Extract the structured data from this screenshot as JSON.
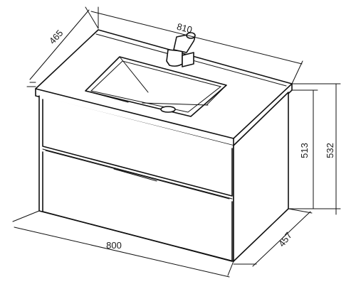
{
  "dimensions": {
    "top_width": "810",
    "top_depth": "465",
    "bottom_width": "800",
    "bottom_depth": "457",
    "height_body": "513",
    "height_total": "532"
  }
}
